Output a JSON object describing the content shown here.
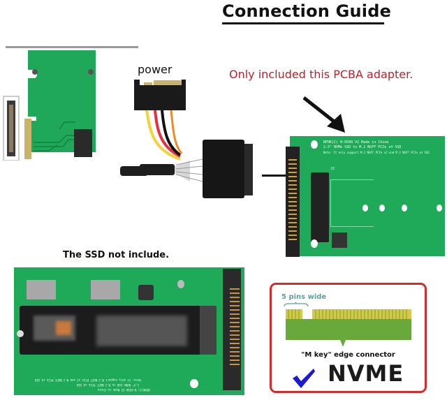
{
  "title": "Connection Guide",
  "labels": {
    "power": "power",
    "included_note": "Only included this PCBA adapter.",
    "ssd_note": "The SSD not include."
  },
  "adapter_board": {
    "silkscreen": [
      "NFHK(C) N-0500 V2 Made in China",
      "2.5\" NVMe SSD to M.2 NGFF PCIe x4 SSD",
      "Note: It only support M.2 NGFF PCIe x2 and M.2 NGFF PCIe x4 SSD"
    ],
    "connector_ref": "J2"
  },
  "key_diagram": {
    "pins_label": "5 pins wide",
    "edge_label": "\"M key\" edge connector",
    "check_icon": "checkmark-icon",
    "interface": "NVME"
  },
  "colors": {
    "accent_red": "#c0202a",
    "box_border": "#d42a2a",
    "pcb_green": "#1faa5a",
    "check_blue": "#1a1ad0",
    "pin_gold": "#d8c845",
    "key_green": "#69a83a"
  }
}
